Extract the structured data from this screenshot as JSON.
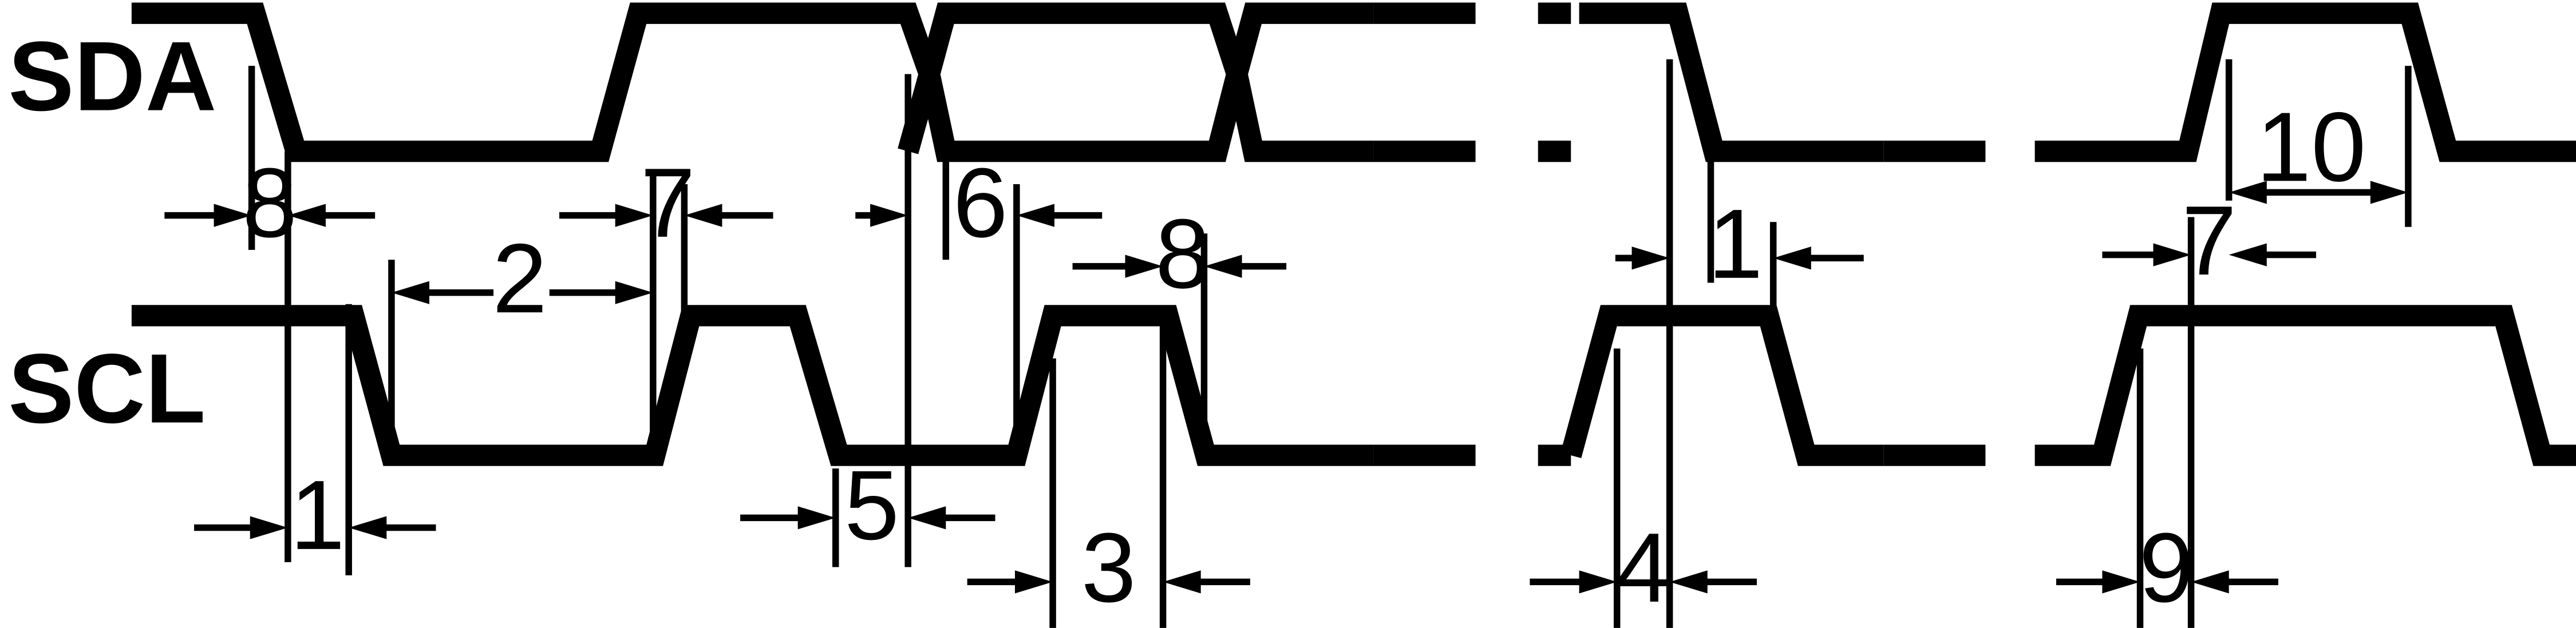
{
  "signals": {
    "sda": "SDA",
    "scl": "SCL"
  },
  "timing_labels": [
    "8",
    "7",
    "6",
    "2",
    "8",
    "1",
    "7",
    "10",
    "1",
    "5",
    "3",
    "4",
    "9"
  ]
}
